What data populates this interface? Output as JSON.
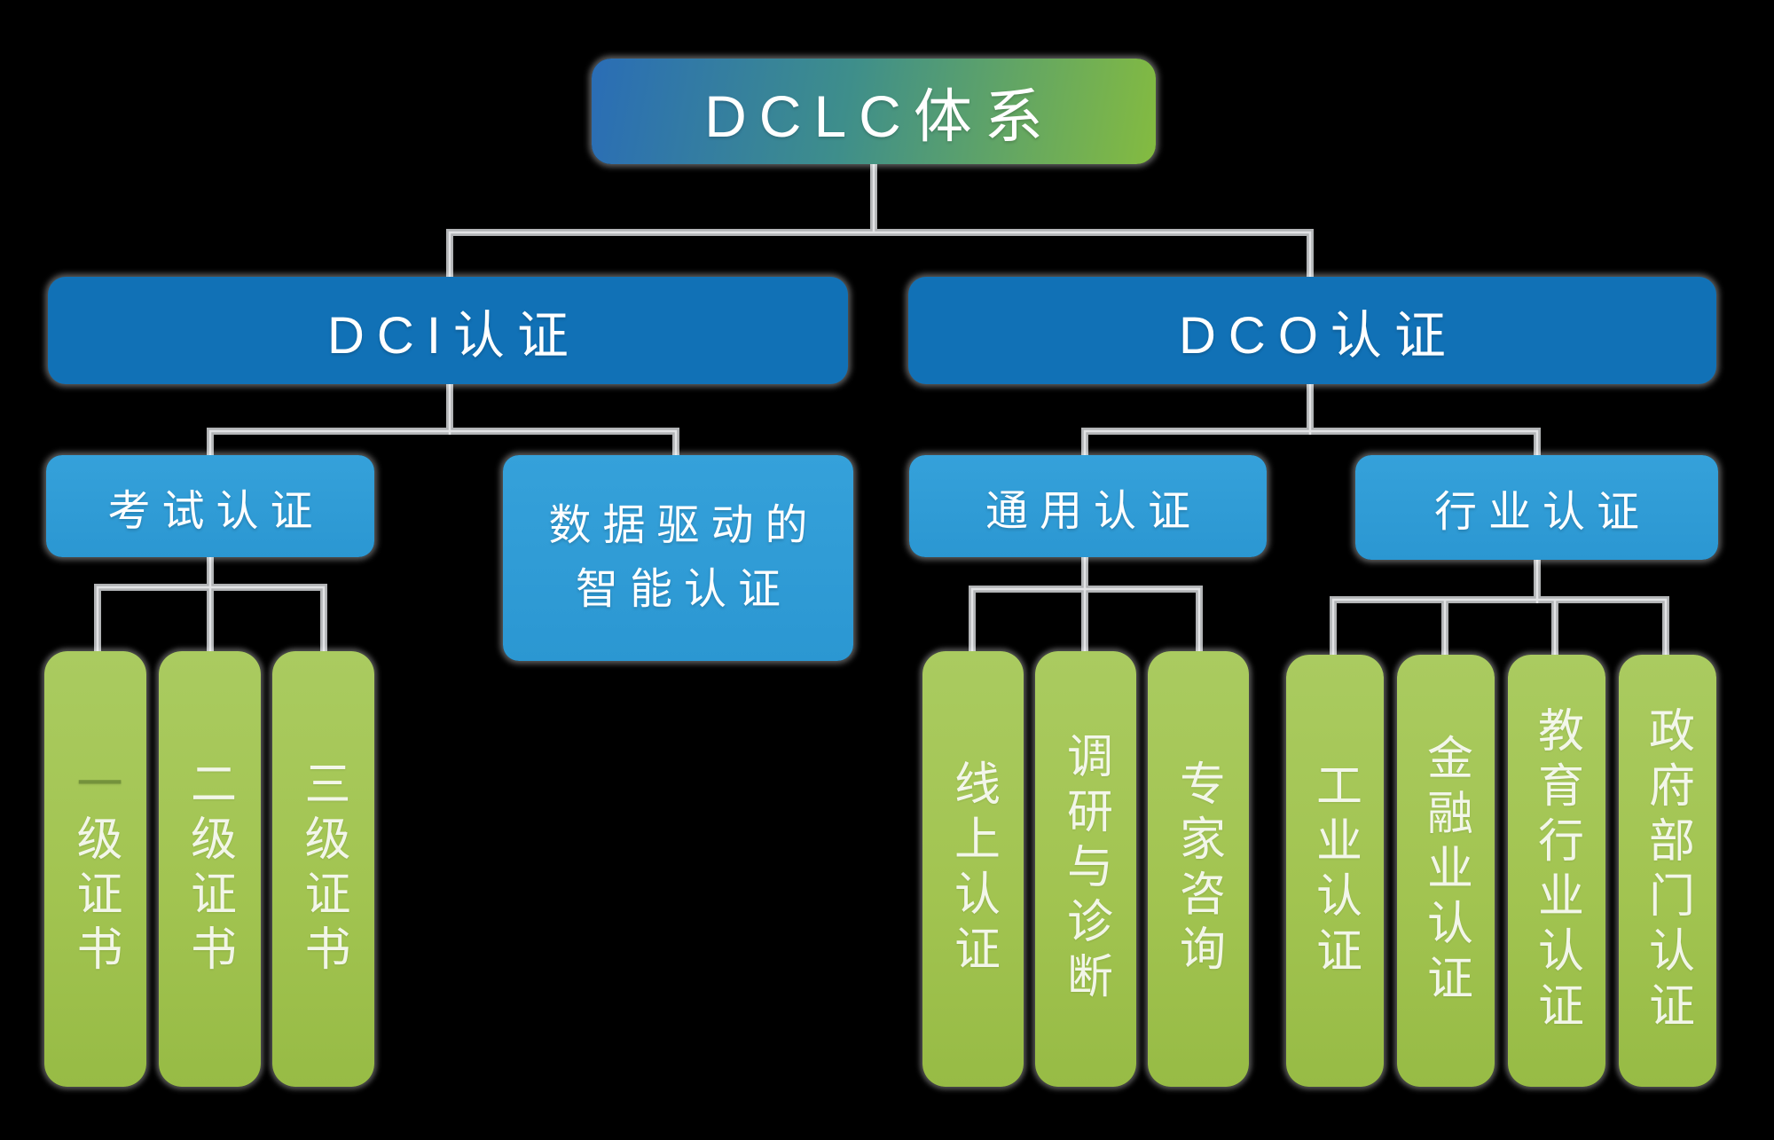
{
  "root": {
    "label": "DCLC体系"
  },
  "level2": {
    "dci": "DCI认证",
    "dco": "DCO认证"
  },
  "level3": {
    "exam": "考试认证",
    "data_driven_line1": "数据驱动的",
    "data_driven_line2": "智能认证",
    "general": "通用认证",
    "industry": "行业认证"
  },
  "cert_groups": {
    "exam": [
      {
        "label": "一级证书",
        "muted_first_char": true
      },
      "二级证书",
      "三级证书"
    ],
    "general": [
      "线上认证",
      "调研与诊断",
      "专家咨询"
    ],
    "industry": [
      "工业认证",
      "金融业认证",
      "教育行业认证",
      "政府部门认证"
    ]
  },
  "colors": {
    "background": "#000000",
    "root_gradient_start": "#2a6db6",
    "root_gradient_end": "#84bb40",
    "level2_blue": "#1171b6",
    "level3_blue": "#2d9ad4",
    "cert_green": "#a2c451",
    "connector_gray": "#b2b4b6",
    "text_white": "#ffffff"
  }
}
